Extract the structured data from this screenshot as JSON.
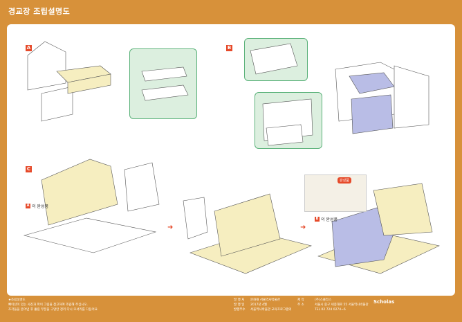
{
  "page": {
    "title": "경교장 조립설명도"
  },
  "sections": [
    {
      "letter": "A"
    },
    {
      "letter": "B"
    },
    {
      "letter": "C"
    }
  ],
  "labels": {
    "a_complete": "의 완성품",
    "b_complete": "의 완성품",
    "photo_tag": "완성품",
    "a_letter": "A",
    "b_letter": "B"
  },
  "footer": {
    "left_title": "★조립설명도",
    "left_line1": "뼈이션이 있는 사진과 파이 그림을 참고하여 조립해 주십시오.",
    "left_line2": "조각들을 뜯어낸 후 흘림 부분을 구멍만 정리 다시 모서리를 다듬어요.",
    "mid_keys": [
      "발 행 처",
      "발 행 일",
      "발행부수"
    ],
    "mid_vals": [
      "문화재 서울역사박물관",
      "2017년 4월",
      "서울역사박물관 교육프로그램의"
    ],
    "right_keys": [
      "제 작",
      "주 소"
    ],
    "right_vals": [
      "(주)스콜라스",
      "서울시 중구 세종대로 55 서울역사박물관"
    ],
    "brand": "Scholas",
    "phone": "TEL 02 724 0274~6"
  },
  "colors": {
    "background": "#d7913a",
    "accent": "#e64a2a",
    "panel": "#dcefdf",
    "part_yellow": "#f6eec0",
    "part_blue": "#b9bde6"
  }
}
